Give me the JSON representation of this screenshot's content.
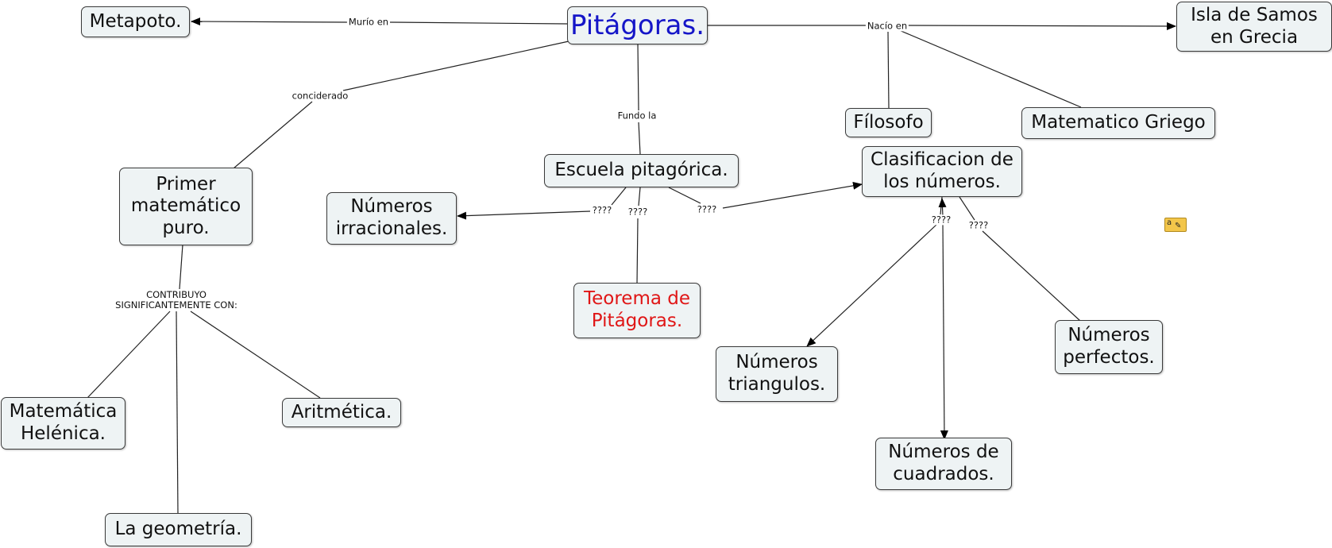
{
  "colors": {
    "main_title": "#1515c8",
    "theorem": "#e01616",
    "node_text": "#111111"
  },
  "nodes": {
    "pitagoras": "Pitágoras.",
    "metapoto": "Metapoto.",
    "samos": "Isla de Samos\nen Grecia",
    "filosofo": "Fílosofo",
    "matematico_griego": "Matematico Griego",
    "primer_matematico": "Primer\nmatemático\npuro.",
    "escuela": "Escuela pitagórica.",
    "clasificacion": "Clasificacion de\nlos números.",
    "irracionales": "Números\nirracionales.",
    "teorema": "Teorema de\nPitágoras.",
    "helenica": "Matemática\nHelénica.",
    "aritmetica": "Aritmética.",
    "geometria": "La geometría.",
    "triangulos": "Números\ntriangulos.",
    "cuadrados": "Números de\ncuadrados.",
    "perfectos": "Números\nperfectos."
  },
  "links": {
    "murio": "Murío en",
    "nacio": "Nacío en",
    "conciderado": "conciderado",
    "fundo": "Fundo la",
    "contribuyo": "CONTRIBUYO\nSIGNIFICANTEMENTE CON:",
    "q1": "????",
    "q2": "????",
    "q3": "????",
    "q4": "????",
    "q5": "????"
  },
  "note_icon": "annotation-note-icon"
}
